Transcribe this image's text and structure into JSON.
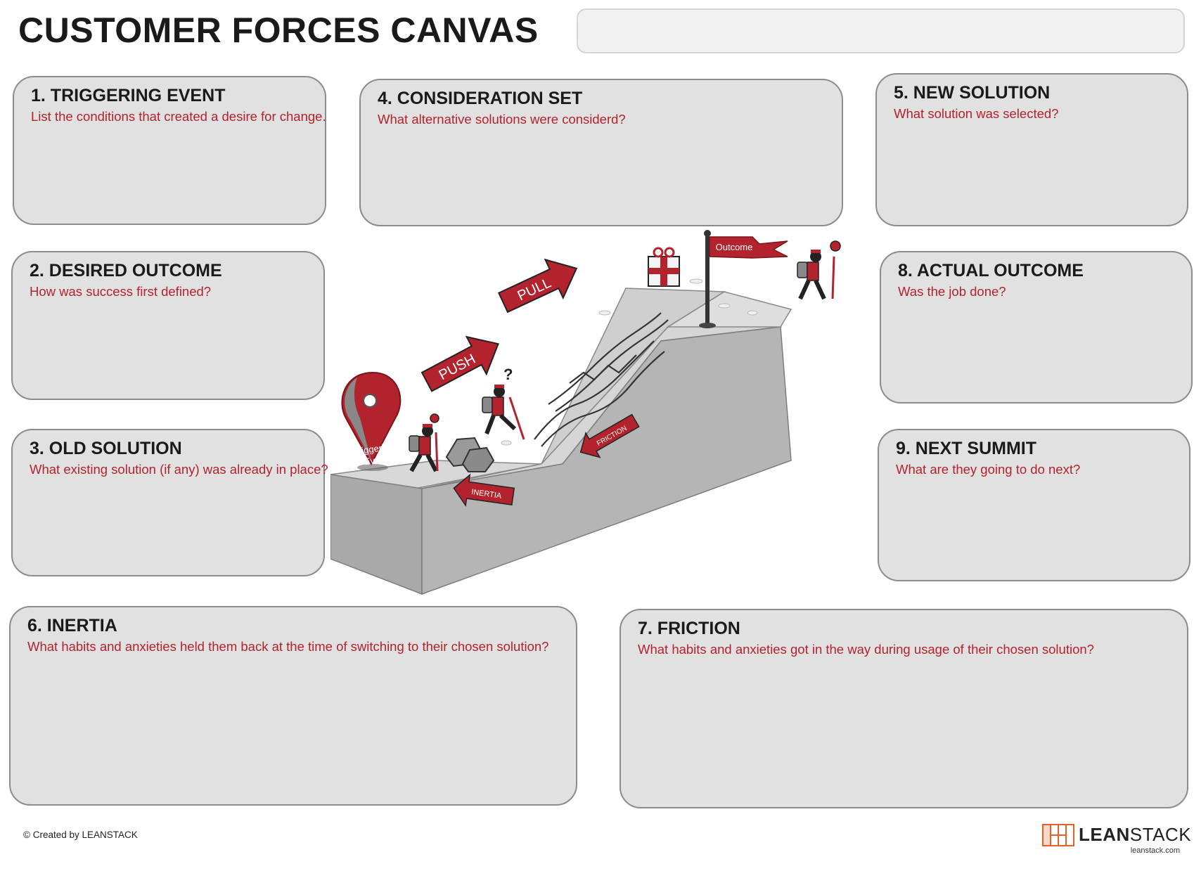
{
  "title": "CUSTOMER FORCES CANVAS",
  "sections": {
    "triggering_event": {
      "heading": "1. TRIGGERING EVENT",
      "prompt": "List the conditions that created a desire for change."
    },
    "desired_outcome": {
      "heading": "2. DESIRED OUTCOME",
      "prompt": "How was success first defined?"
    },
    "old_solution": {
      "heading": "3. OLD SOLUTION",
      "prompt": "What existing solution (if any) was already in place?"
    },
    "consideration_set": {
      "heading": "4. CONSIDERATION SET",
      "prompt": "What alternative solutions were considerd?"
    },
    "new_solution": {
      "heading": "5. NEW SOLUTION",
      "prompt": "What solution was selected?"
    },
    "inertia": {
      "heading": "6. INERTIA",
      "prompt": "What habits and anxieties held them back at the time of switching to their chosen solution?"
    },
    "friction": {
      "heading": "7. FRICTION",
      "prompt": "What habits and anxieties got in the way during usage of their chosen solution?"
    },
    "actual_outcome": {
      "heading": "8. ACTUAL OUTCOME",
      "prompt": "Was the job done?"
    },
    "next_summit": {
      "heading": "9. NEXT SUMMIT",
      "prompt": "What are they going to do next?"
    }
  },
  "illustration": {
    "pin_label_line1": "Triggering",
    "pin_label_line2": "Event",
    "push_label": "PUSH",
    "pull_label": "PULL",
    "flag_label": "Outcome",
    "friction_label": "FRICTION",
    "inertia_label": "INERTIA",
    "question_mark": "?"
  },
  "footer": {
    "credit": "© Created by LEANSTACK"
  },
  "logo": {
    "bold": "LEAN",
    "light": "STACK",
    "url": "leanstack.com"
  },
  "colors": {
    "accent_red": "#b3232d",
    "box_fill": "#e1e1e1",
    "box_border": "#8c8c8c"
  }
}
